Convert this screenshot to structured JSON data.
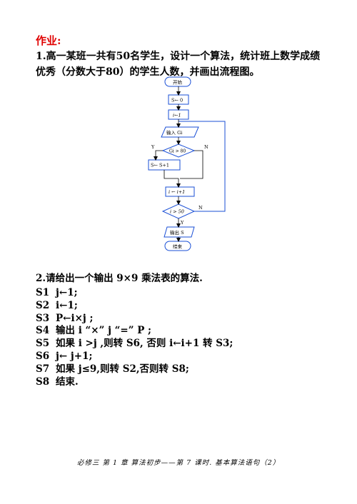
{
  "homework": {
    "heading": "作业:",
    "question1": "1.高一某班一共有50名学生，设计一个算法，统计班上数学成绩优秀（分数大于80）的学生人数，并画出流程图。",
    "flowchart": {
      "start": "开始",
      "init_s": "S← 0",
      "init_i": "i←1",
      "input": "输入  Gi",
      "cond1": "Gi > 80",
      "yes1": "Y",
      "no1": "N",
      "update_s": "S← S+1",
      "update_i": "i ← i+1",
      "cond2": "i > 50",
      "yes2": "Y",
      "no2": "N",
      "output": "输出 S",
      "end": "结束"
    },
    "question2": "2.请给出一个输出 9×9 乘法表的算法.",
    "steps": [
      {
        "no": "S1",
        "text": "j←1;"
      },
      {
        "no": "S2",
        "text": "i←1;"
      },
      {
        "no": "S3",
        "text": "P←i×j ;"
      },
      {
        "no": "S4",
        "text": "输出 i “×” j  “=” P ;"
      },
      {
        "no": "S5",
        "text": "如果 i >j ,则转 S6, 否则 i←i+1 转 S3;"
      },
      {
        "no": "S6",
        "text": "j← j+1;"
      },
      {
        "no": "S7",
        "text": "如果 j≤9,则转 S2,否则转 S8;"
      },
      {
        "no": "S8",
        "text": "结束."
      }
    ],
    "footer": "必修三   第 1 章   算法初步——第 7 课时. 基本算法语句（2）"
  }
}
